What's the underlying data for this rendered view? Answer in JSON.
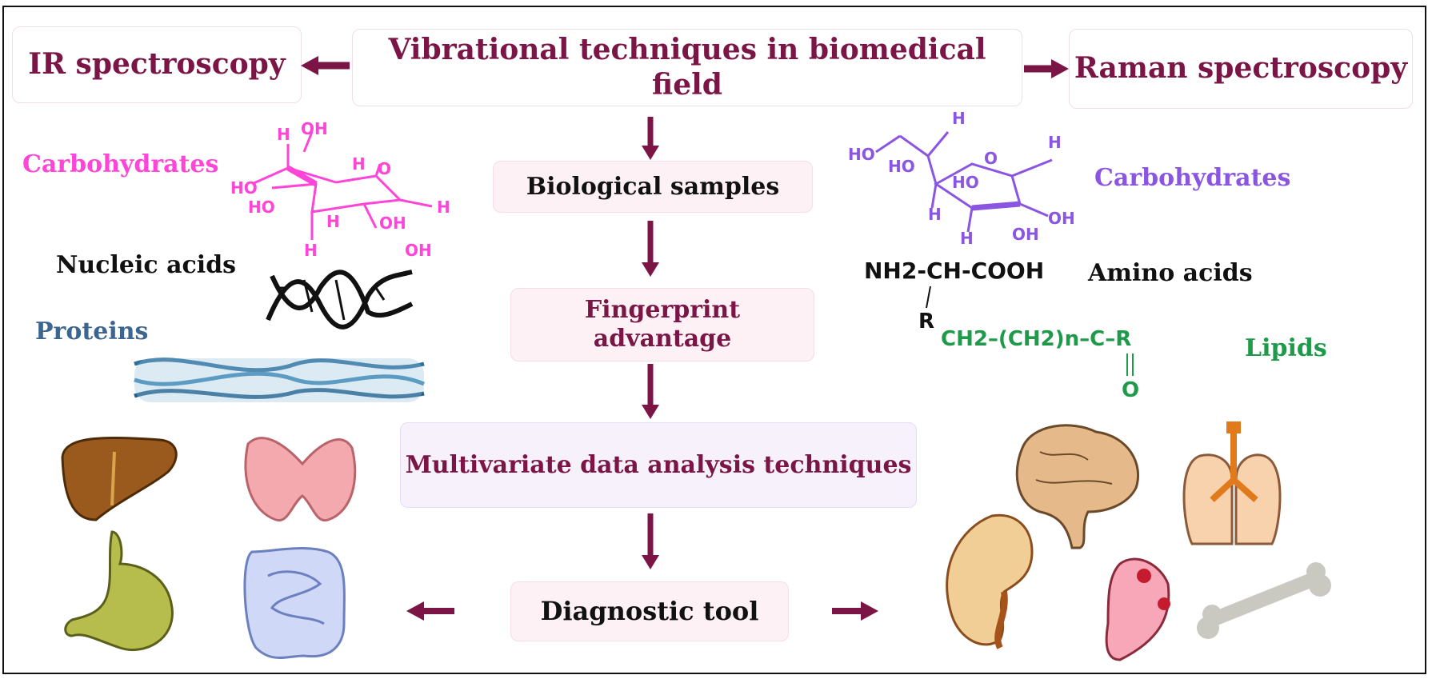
{
  "boxes": {
    "ir": "IR spectroscopy",
    "main": "Vibrational techniques in biomedical field",
    "raman": "Raman spectroscopy",
    "bio": "Biological samples",
    "finger": "Fingerprint advantage",
    "multi": "Multivariate data analysis techniques",
    "diag": "Diagnostic tool"
  },
  "left_labels": {
    "carbohydrates": "Carbohydrates",
    "nucleic": "Nucleic acids",
    "proteins": "Proteins"
  },
  "right_labels": {
    "carbohydrates": "Carbohydrates",
    "amino": "Amino acids",
    "lipids": "Lipids"
  },
  "chem": {
    "amino_formula": "NH2-CH-COOH",
    "amino_r": "R",
    "lipid_formula": "CH2–(CH2)n–C–R",
    "lipid_o": "O"
  },
  "colors": {
    "arrow": "#7a1546",
    "left_carb": "#ff44d8",
    "right_carb": "#8a55e0",
    "proteins": "#3c6690",
    "lipids": "#1e9a4a"
  },
  "icons": [
    "glucose-structure-icon",
    "dna-helix-icon",
    "protein-fiber-icon",
    "furanose-structure-icon",
    "liver-icon",
    "thyroid-icon",
    "stomach-icon",
    "intestine-icon",
    "brain-icon",
    "lungs-icon",
    "kidney-icon",
    "heart-icon",
    "bone-icon"
  ]
}
